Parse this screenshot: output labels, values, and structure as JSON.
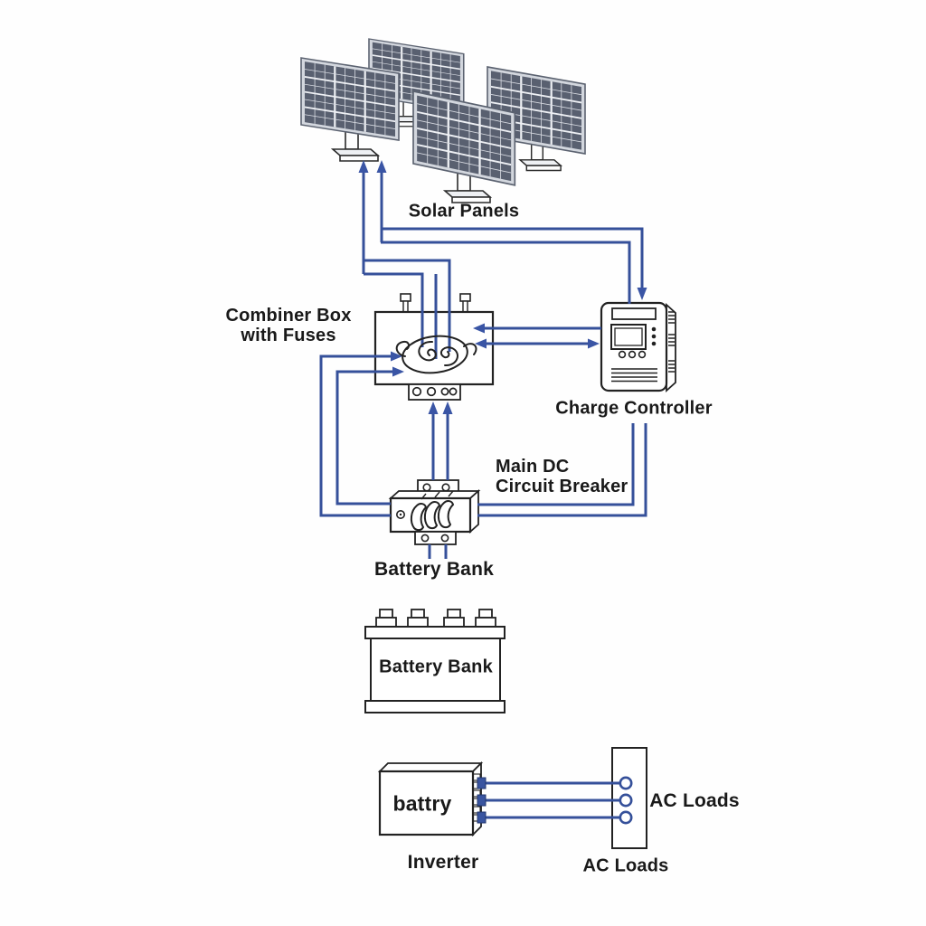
{
  "diagram": {
    "type": "solar-power-system-wiring-diagram",
    "labels": {
      "solar_panels": "Solar Panels",
      "combiner_box_line1": "Combiner Box",
      "combiner_box_line2": "with Fuses",
      "charge_controller": "Charge Controller",
      "dc_breaker_line1": "Main DC",
      "dc_breaker_line2": "Circuit Breaker",
      "battery_bank_caption": "Battery Bank",
      "battery_bank_on_device": "Battery Bank",
      "inverter_on_device": "battry",
      "inverter_caption": "Inverter",
      "ac_loads_side": "AC Loads",
      "ac_loads_caption": "AC Loads"
    },
    "colors": {
      "wire": "#35509a",
      "arrow": "#3a55a5",
      "outline": "#222222",
      "text": "#191919",
      "panel_cell": "#596070",
      "panel_grid": "#d9dce3",
      "panel_frame": "#d3d7de",
      "background": "#fefefe"
    }
  }
}
